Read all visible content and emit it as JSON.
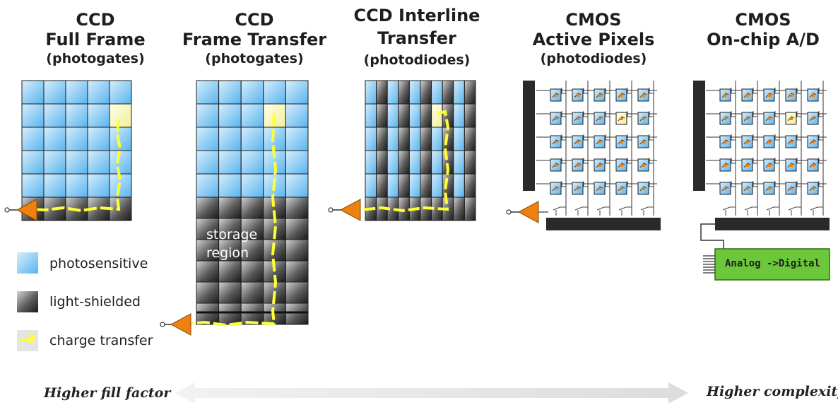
{
  "columns": [
    {
      "line1": "CCD",
      "line2": "Full Frame",
      "line3": "(photogates)"
    },
    {
      "line1": "CCD",
      "line2": "Frame Transfer",
      "line3": "(photogates)"
    },
    {
      "line1": "CCD Interline",
      "line2": "Transfer",
      "line3": "(photodiodes)"
    },
    {
      "line1": "CMOS",
      "line2": "Active Pixels",
      "line3": "(photodiodes)"
    },
    {
      "line1": "CMOS",
      "line2": "On-chip A/D",
      "line3": ""
    }
  ],
  "legend": {
    "photosensitive": "photosensitive",
    "light_shielded": "light-shielded",
    "charge_transfer": "charge transfer"
  },
  "storage_label": {
    "line1": "storage",
    "line2": "region"
  },
  "adc_label": "Analog ->Digital",
  "axis": {
    "left": "Higher fill factor",
    "right": "Higher complexity"
  },
  "colors": {
    "photosensitive": "#7fc4f0",
    "light_shielded": "#2a2a2a",
    "charge_path": "#ffff33",
    "amplifier": "#f08010",
    "adc": "#6cc83a",
    "arrow": "#e6e6e6"
  }
}
